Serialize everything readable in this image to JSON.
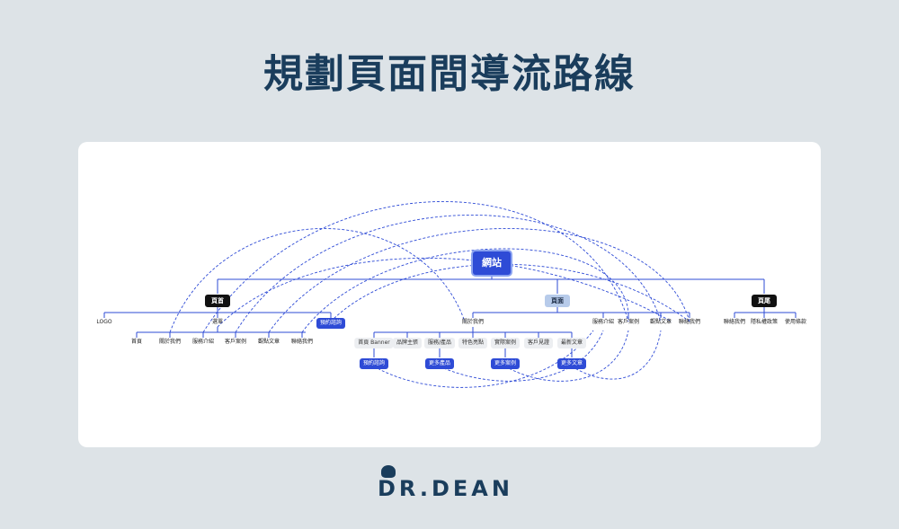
{
  "title": "規劃頁面間導流路線",
  "diagram": {
    "root": "網站",
    "sections": {
      "header": "頁首",
      "body": "頁面",
      "footer": "頁尾"
    },
    "header_children": {
      "logo": "LOGO",
      "menu": "選單",
      "cta": "預約諮詢"
    },
    "menu_items": [
      "首頁",
      "關於我們",
      "服務介紹",
      "客戶案例",
      "觀點文章",
      "聯絡我們"
    ],
    "page_items": [
      "關於我們",
      "服務介紹",
      "客戶案例",
      "觀點文章",
      "聯絡我們"
    ],
    "home_items": [
      "首頁 Banner",
      "品牌主張",
      "服務/產品",
      "特色亮點",
      "實際案例",
      "客戶見證",
      "最新文章"
    ],
    "home_ctas": {
      "banner": "預約諮詢",
      "product": "更多產品",
      "case": "更多案例",
      "article": "更多文章"
    },
    "footer_items": [
      "聯絡我們",
      "隱私權政策",
      "使用條款"
    ]
  },
  "colors": {
    "background": "#dde3e7",
    "title": "#1a3d5c",
    "accent": "#2e4bd6",
    "node_dark": "#111111",
    "node_light": "#b7cbea",
    "line": "#2e4bd6"
  },
  "brand": "DR.DEAN"
}
